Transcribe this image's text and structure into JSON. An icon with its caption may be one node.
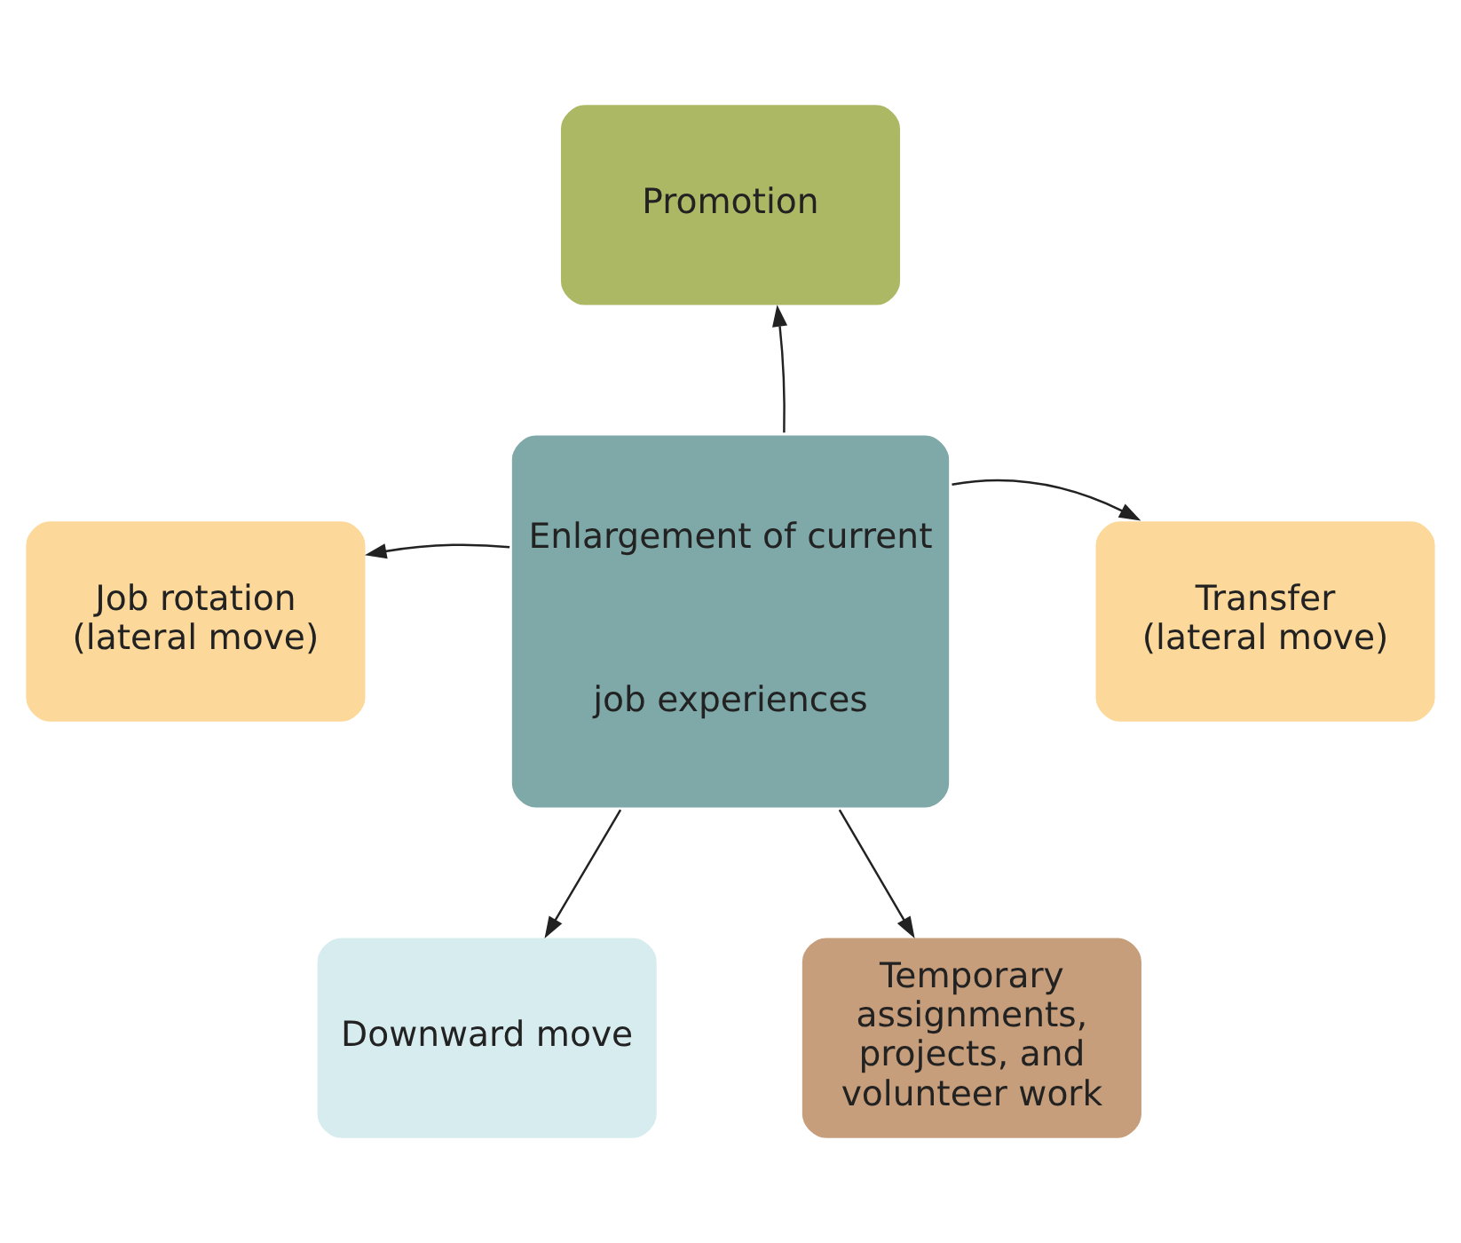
{
  "diagram": {
    "nodes": [
      {
        "text": [
          "Promotion"
        ]
      },
      {
        "text": [
          "Job rotation (lateral move)"
        ]
      },
      {
        "text": [
          "Enlargement of current",
          "job experiences"
        ]
      },
      {
        "text": [
          "Transfer (lateral move)"
        ]
      },
      {
        "text": [
          "Downward move"
        ]
      },
      {
        "text": [
          "Temporary assignments, projects, and volunteer work"
        ]
      }
    ],
    "edges": [
      {
        "from": 2,
        "to": 0,
        "arrow": "to"
      },
      {
        "from": 2,
        "to": 1,
        "arrow": "to"
      },
      {
        "from": 2,
        "to": 3,
        "arrow": "to"
      },
      {
        "from": 2,
        "to": 4,
        "arrow": "to"
      },
      {
        "from": 2,
        "to": 5,
        "arrow": "to"
      }
    ]
  }
}
